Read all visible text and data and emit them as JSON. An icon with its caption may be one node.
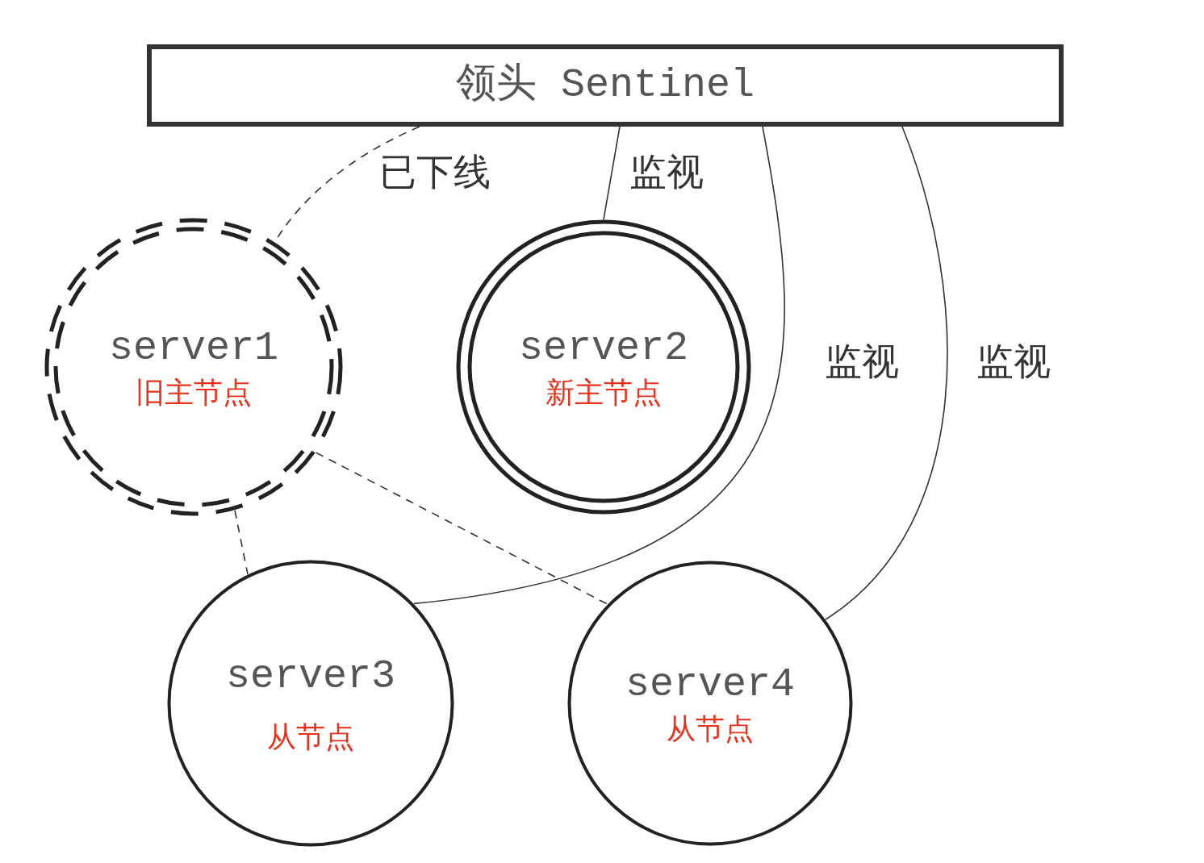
{
  "diagram": {
    "nodes": [
      {
        "text": [
          "领头 Sentinel"
        ]
      },
      {
        "text": [
          "server1",
          "旧主节点"
        ]
      },
      {
        "text": [
          "server2",
          "新主节点"
        ]
      },
      {
        "text": [
          "server3",
          "从节点"
        ]
      },
      {
        "text": [
          "server4",
          "从节点"
        ]
      }
    ],
    "edges": [
      {
        "from": 0,
        "to": 1,
        "arrow": "none",
        "label": "已下线",
        "style": "dashed"
      },
      {
        "from": 0,
        "to": 2,
        "arrow": "none",
        "label": "监视"
      },
      {
        "from": 0,
        "to": 3,
        "arrow": "none",
        "label": "监视"
      },
      {
        "from": 0,
        "to": 4,
        "arrow": "none",
        "label": "监视"
      },
      {
        "from": 1,
        "to": 3,
        "arrow": "none",
        "style": "dashed"
      },
      {
        "from": 1,
        "to": 4,
        "arrow": "none",
        "style": "dashed"
      }
    ]
  }
}
